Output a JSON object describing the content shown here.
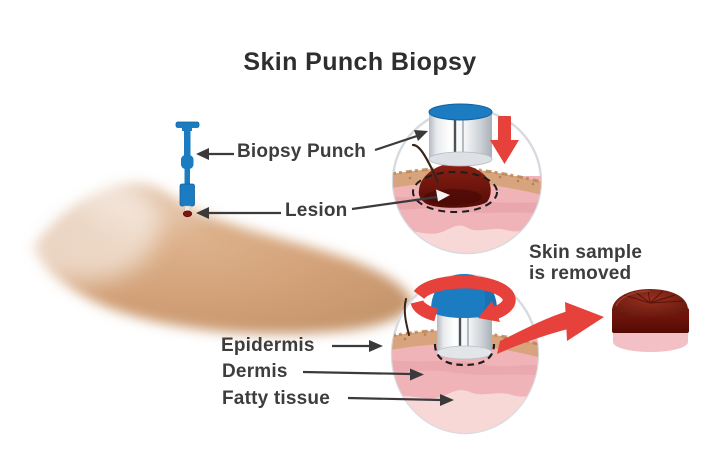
{
  "title": "Skin Punch Biopsy",
  "labels": {
    "biopsy_punch": "Biopsy Punch",
    "lesion": "Lesion",
    "epidermis": "Epidermis",
    "dermis": "Dermis",
    "fatty_tissue": "Fatty tissue"
  },
  "caption": {
    "line1": "Skin sample",
    "line2": "is removed"
  },
  "colors": {
    "punch_blue": "#1b7cc2",
    "punch_blue_dark": "#14619b",
    "arrow_red": "#e6413b",
    "connector_dark": "#3a3a3a",
    "arm_skin": "#d2a077",
    "epidermis_tan": "#d7a47e",
    "dermis_pink": "#f0b3b8",
    "fatty_pink": "#f8d8d7",
    "lesion_dark_red": "#6b130c",
    "metal_gray": "#c9ced4",
    "circle_border": "#d7dbdf",
    "hair_brown": "#38241a",
    "text_dark": "#3d3d3d"
  }
}
